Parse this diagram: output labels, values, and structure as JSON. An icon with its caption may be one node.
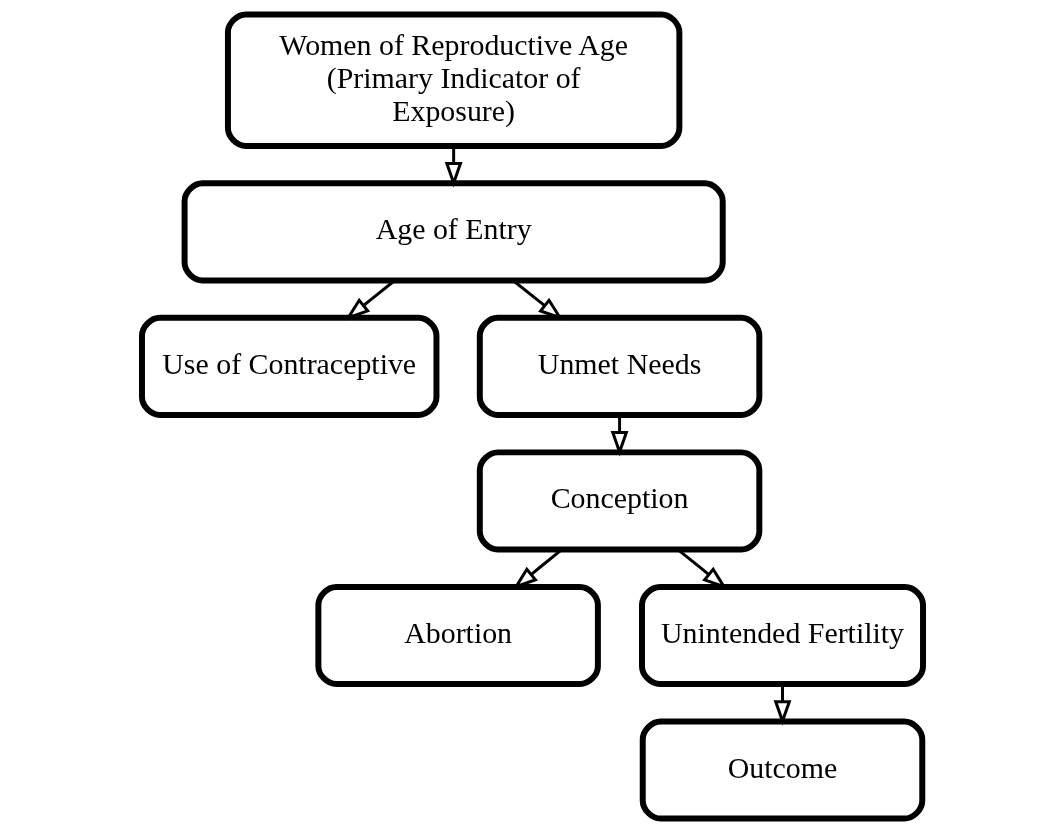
{
  "diagram": {
    "nodes": [
      {
        "text": [
          "Women of Reproductive Age (Primary Indicator of Exposure)"
        ]
      },
      {
        "text": [
          "Age of Entry"
        ]
      },
      {
        "text": [
          "Use of Contraceptive"
        ]
      },
      {
        "text": [
          "Unmet Needs"
        ]
      },
      {
        "text": [
          "Conception"
        ]
      },
      {
        "text": [
          "Abortion"
        ]
      },
      {
        "text": [
          "Unintended Fertility"
        ]
      },
      {
        "text": [
          "Outcome"
        ]
      }
    ],
    "edges": [
      {
        "from": 0,
        "to": 1,
        "arrow": "to"
      },
      {
        "from": 1,
        "to": 2,
        "arrow": "to"
      },
      {
        "from": 1,
        "to": 3,
        "arrow": "to"
      },
      {
        "from": 3,
        "to": 4,
        "arrow": "to"
      },
      {
        "from": 4,
        "to": 5,
        "arrow": "to"
      },
      {
        "from": 4,
        "to": 6,
        "arrow": "to"
      },
      {
        "from": 6,
        "to": 7,
        "arrow": "to"
      }
    ]
  }
}
